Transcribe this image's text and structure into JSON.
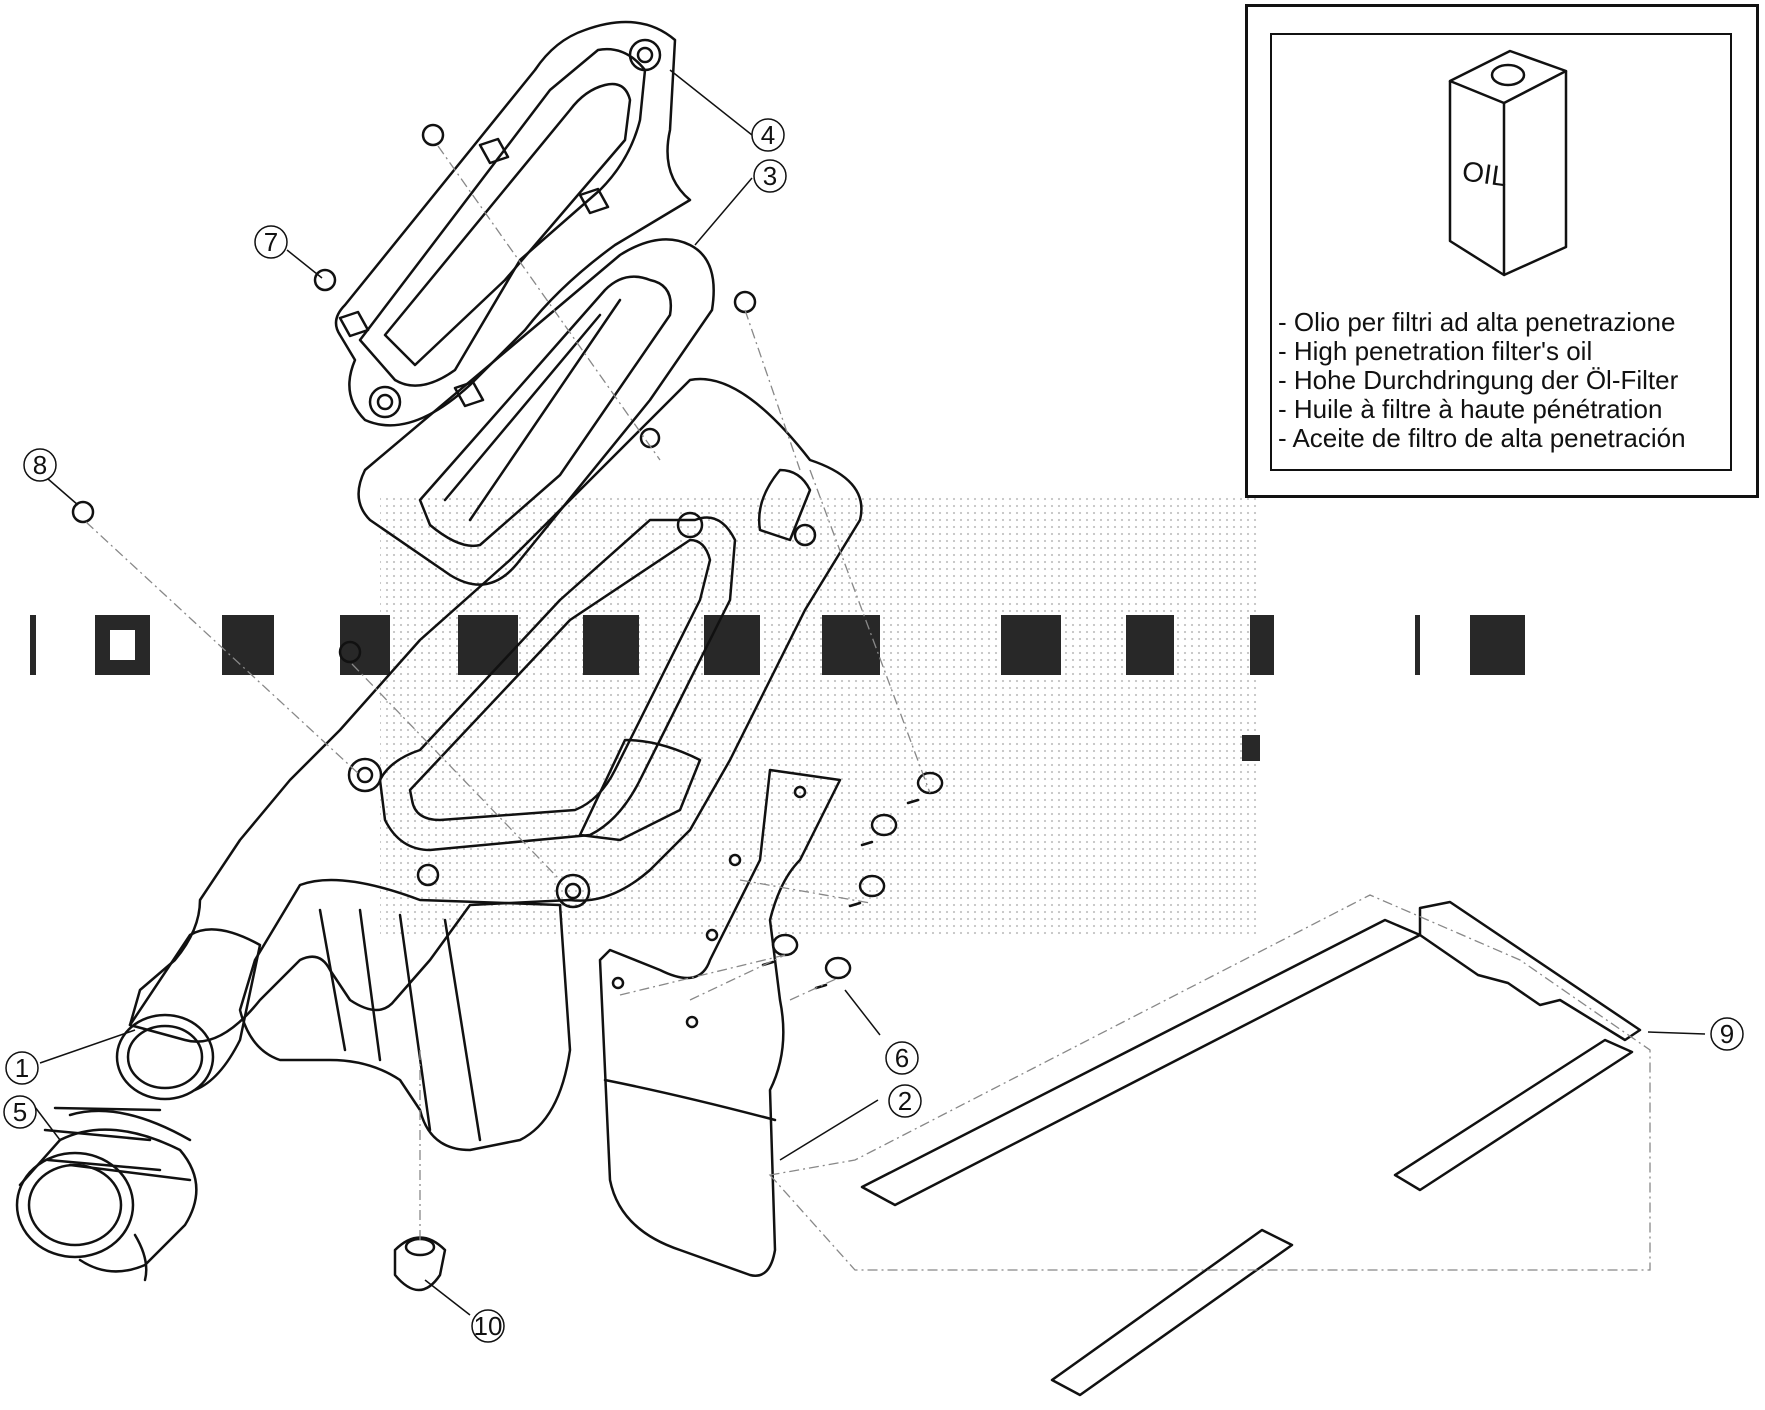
{
  "legend": {
    "container_text": "OIL",
    "lines": [
      "- Olio per filtri ad alta penetrazione",
      "- High penetration filter's oil",
      "- Hohe Durchdringung der Öl-Filter",
      "- Huile à filtre à haute pénétration",
      "- Aceite de filtro de alta penetración"
    ]
  },
  "callouts": [
    "1",
    "2",
    "3",
    "4",
    "5",
    "6",
    "7",
    "8",
    "9",
    "10"
  ],
  "parts": [
    "1",
    "2",
    "3",
    "4",
    "5",
    "6",
    "7",
    "8",
    "9",
    "10"
  ]
}
